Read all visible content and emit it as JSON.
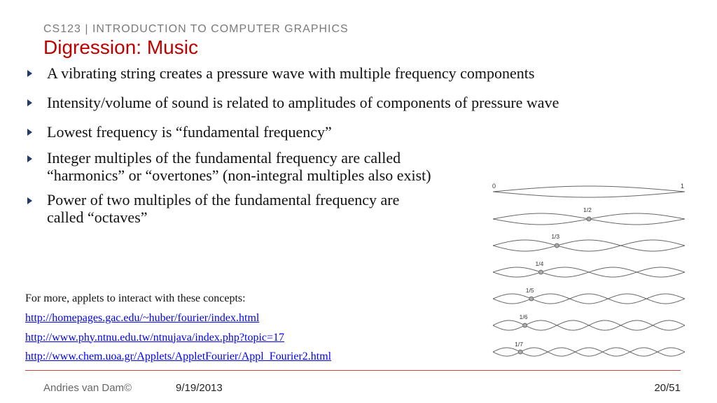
{
  "header": {
    "course": "CS123 | INTRODUCTION TO COMPUTER GRAPHICS",
    "title": "Digression: Music"
  },
  "bullets": [
    "A vibrating string creates a pressure wave with multiple frequency components",
    "Intensity/volume of sound is related to amplitudes of components of pressure wave",
    "Lowest frequency is “fundamental frequency”",
    "Integer multiples of the fundamental frequency are called “harmonics” or “overtones”  (non-integral multiples also exist)",
    "Power of two multiples of the fundamental frequency are called “octaves”"
  ],
  "more": {
    "intro": "For more, applets to interact with these concepts:",
    "links": [
      "http://homepages.gac.edu/~huber/fourier/index.html",
      "http://www.phy.ntnu.edu.tw/ntnujava/index.php?topic=17",
      "http://www.chem.uoa.gr/Applets/AppletFourier/Appl_Fourier2.html"
    ]
  },
  "figure": {
    "start_label": "0",
    "end_label": "1",
    "harmonics": [
      {
        "n": 1,
        "label": ""
      },
      {
        "n": 2,
        "label": "1/2"
      },
      {
        "n": 3,
        "label": "1/3"
      },
      {
        "n": 4,
        "label": "1/4"
      },
      {
        "n": 5,
        "label": "1/5"
      },
      {
        "n": 6,
        "label": "1/6"
      },
      {
        "n": 7,
        "label": "1/7"
      }
    ]
  },
  "footer": {
    "author": "Andries van Dam©",
    "date": "9/19/2013",
    "page": "20/51"
  },
  "colors": {
    "title": "#c00000",
    "bullet": "#1f3a6d",
    "link": "#0000ee",
    "rule": "#d04040"
  }
}
